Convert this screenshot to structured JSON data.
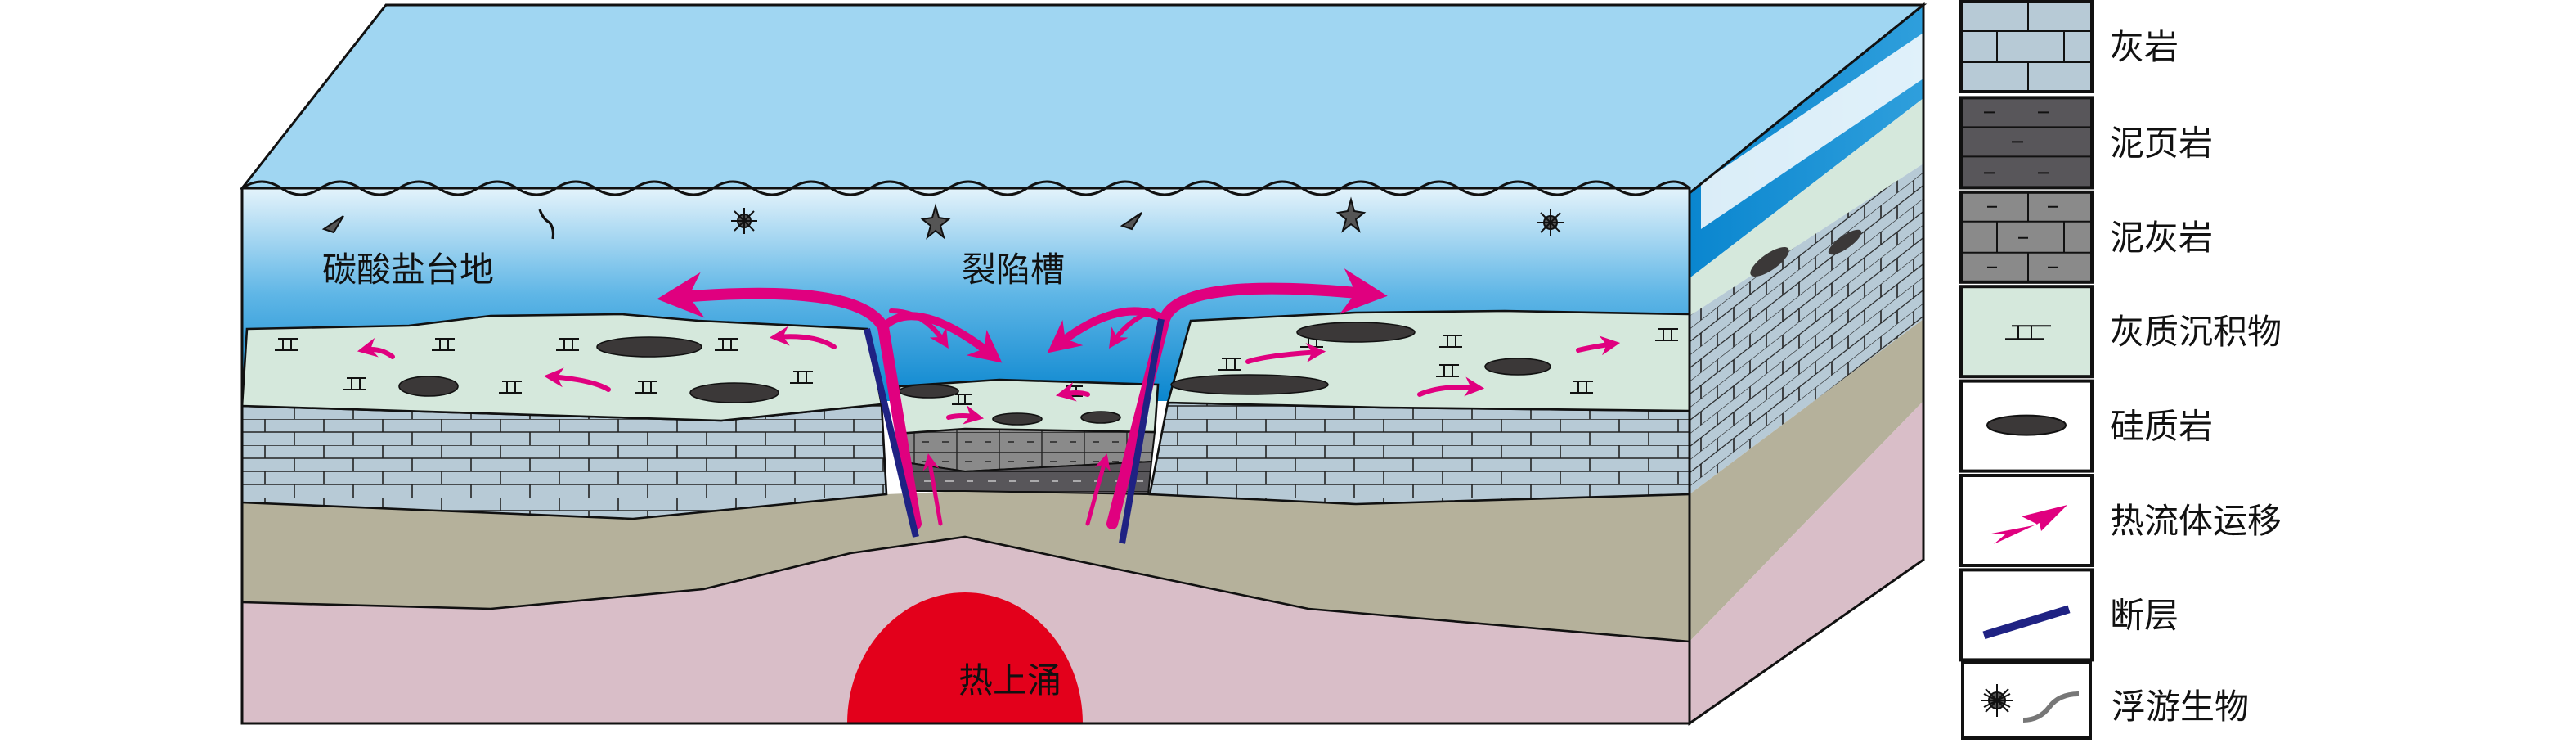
{
  "diagram": {
    "labels": {
      "platform": "碳酸盐台地",
      "rift_trough": "裂陷槽",
      "thermal_upwelling": "热上涌"
    },
    "legend": [
      {
        "label": "灰岩",
        "icon": "limestone-swatch"
      },
      {
        "label": "泥页岩",
        "icon": "mud-shale-swatch"
      },
      {
        "label": "泥灰岩",
        "icon": "marl-swatch"
      },
      {
        "label": "灰质沉积物",
        "icon": "calcareous-sediment-swatch"
      },
      {
        "label": "硅质岩",
        "icon": "siliceous-rock-icon"
      },
      {
        "label": "热流体运移",
        "icon": "hydrothermal-arrow-icon"
      },
      {
        "label": "断层",
        "icon": "fault-line-icon"
      },
      {
        "label": "浮游生物",
        "icon": "plankton-icon"
      }
    ],
    "colors": {
      "sea_top": "#a0d6f2",
      "sea_deep": "#0a86cf",
      "calcareous_sediment": "#d5e8dc",
      "limestone": "#b7cad6",
      "mud_shale": "#58565a",
      "marl": "#8a8a8a",
      "basement_tan": "#b5b19b",
      "mantle_pink": "#d9bec8",
      "upwelling_red": "#e3001b",
      "fluid_magenta": "#e0007f",
      "fault_navy": "#1f2283"
    }
  }
}
